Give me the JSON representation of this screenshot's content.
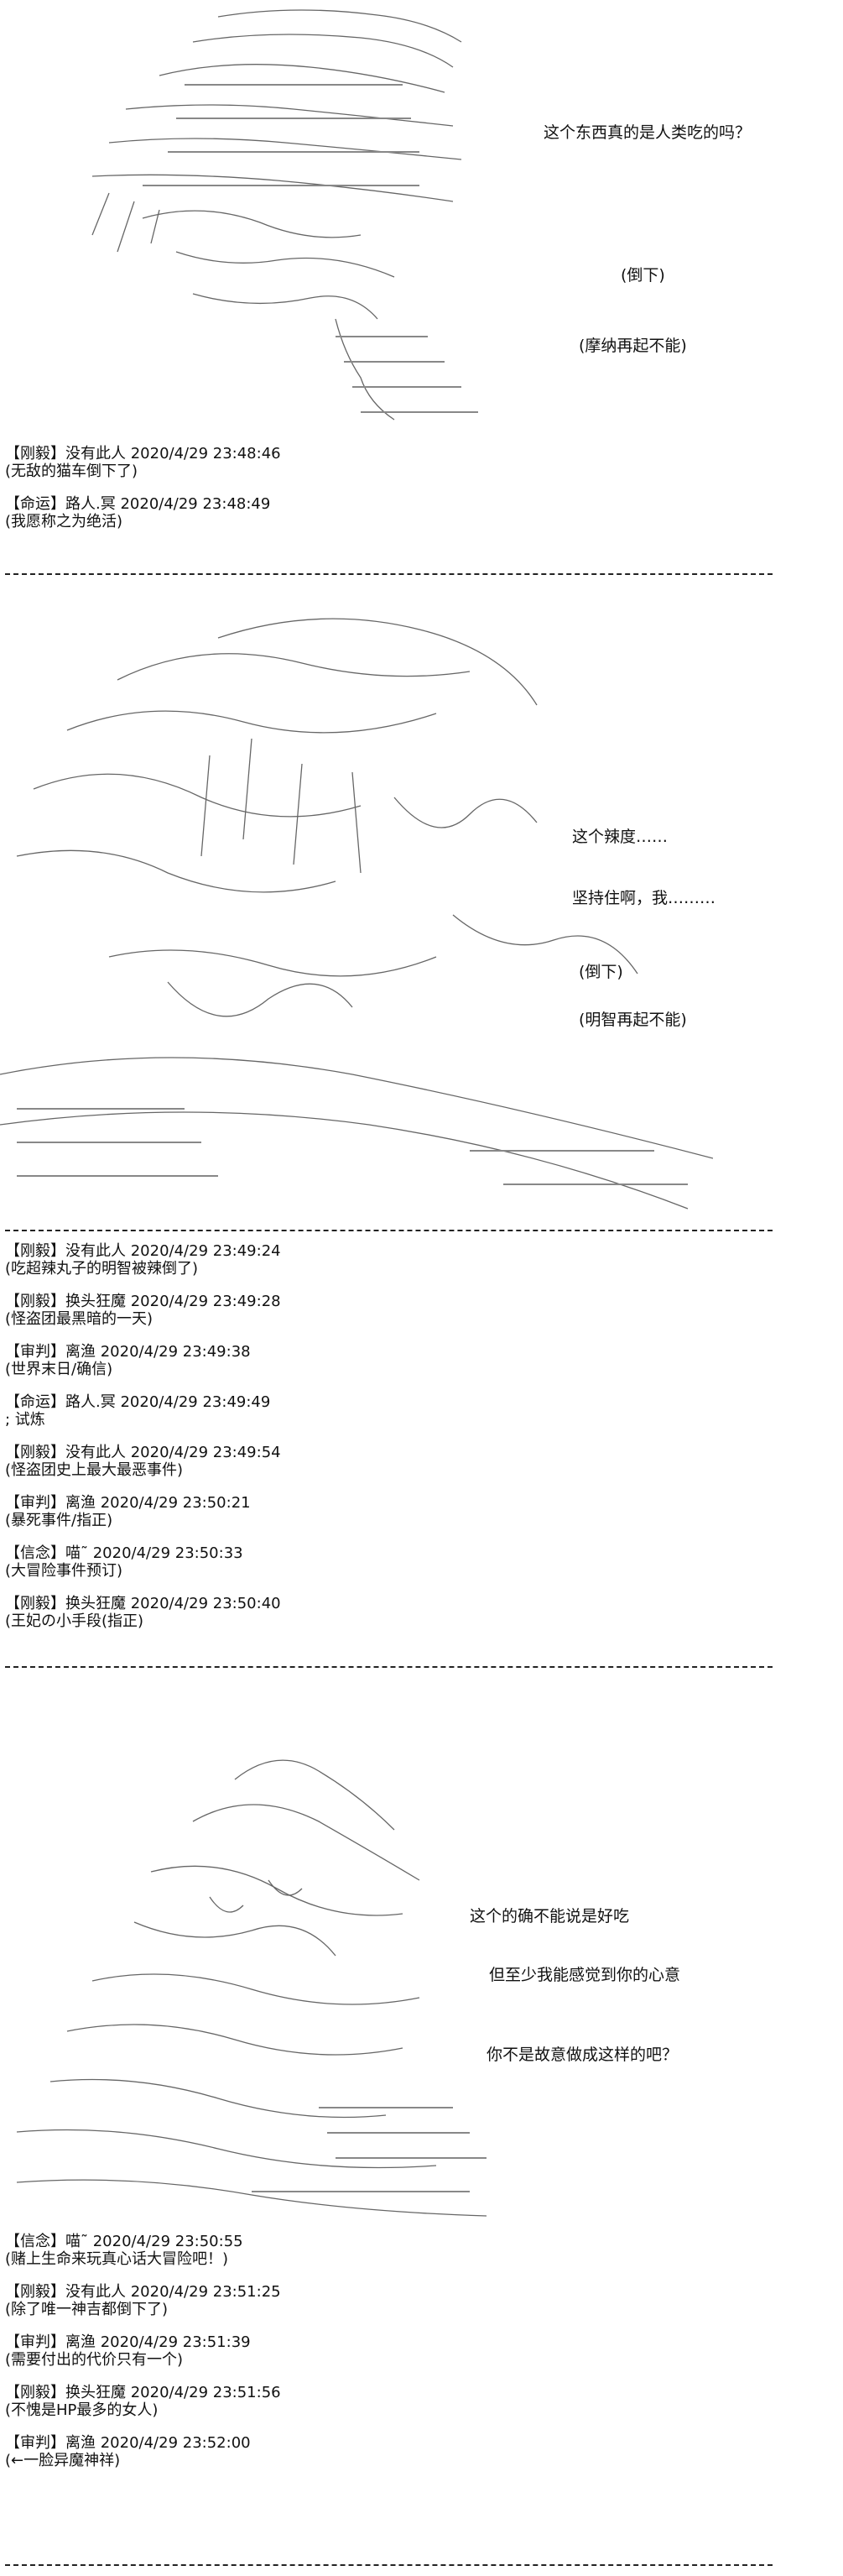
{
  "panels": [
    {
      "asides": [
        "这个东西真的是人类吃的吗？",
        "(倒下)",
        "(摩纳再起不能)"
      ],
      "entries": [
        {
          "role": "【刚毅】",
          "user": "没有此人",
          "time": "2020/4/29 23:48:46",
          "text": "(无敌的猫车倒下了)"
        },
        {
          "role": "【命运】",
          "user": "路人.冥",
          "time": "2020/4/29 23:48:49",
          "text": "(我愿称之为绝活)"
        }
      ]
    },
    {
      "asides": [
        "这个辣度……",
        "坚持住啊，我………",
        "(倒下)",
        "(明智再起不能)"
      ],
      "entries": [
        {
          "role": "【刚毅】",
          "user": "没有此人",
          "time": "2020/4/29 23:49:24",
          "text": "(吃超辣丸子的明智被辣倒了)"
        },
        {
          "role": "【刚毅】",
          "user": "换头狂魔",
          "time": "2020/4/29 23:49:28",
          "text": "(怪盗团最黑暗的一天)"
        },
        {
          "role": "【审判】",
          "user": "离渔",
          "time": "2020/4/29 23:49:38",
          "text": "(世界末日/确信)"
        },
        {
          "role": "【命运】",
          "user": "路人.冥",
          "time": "2020/4/29 23:49:49",
          "text": "; 试炼"
        },
        {
          "role": "【刚毅】",
          "user": "没有此人",
          "time": "2020/4/29 23:49:54",
          "text": "(怪盗团史上最大最恶事件)"
        },
        {
          "role": "【审判】",
          "user": "离渔",
          "time": "2020/4/29 23:50:21",
          "text": "(暴死事件/指正)"
        },
        {
          "role": "【信念】",
          "user": "喵˜",
          "time": "2020/4/29 23:50:33",
          "text": "(大冒险事件预订)"
        },
        {
          "role": "【刚毅】",
          "user": "换头狂魔",
          "time": "2020/4/29 23:50:40",
          "text": "(王妃の小手段(指正)"
        }
      ]
    },
    {
      "asides": [
        "这个的确不能说是好吃",
        "但至少我能感觉到你的心意",
        "你不是故意做成这样的吧？"
      ],
      "entries": [
        {
          "role": "【信念】",
          "user": "喵˜",
          "time": "2020/4/29 23:50:55",
          "text": "(赌上生命来玩真心话大冒险吧！)"
        },
        {
          "role": "【刚毅】",
          "user": "没有此人",
          "time": "2020/4/29 23:51:25",
          "text": "(除了唯一神吉都倒下了)"
        },
        {
          "role": "【审判】",
          "user": "离渔",
          "time": "2020/4/29 23:51:39",
          "text": "(需要付出的代价只有一个)"
        },
        {
          "role": "【刚毅】",
          "user": "换头狂魔",
          "time": "2020/4/29 23:51:56",
          "text": "(不愧是HP最多的女人)"
        },
        {
          "role": "【审判】",
          "user": "离渔",
          "time": "2020/4/29 23:52:00",
          "text": "(←一脸异魔神祥)"
        }
      ]
    }
  ]
}
